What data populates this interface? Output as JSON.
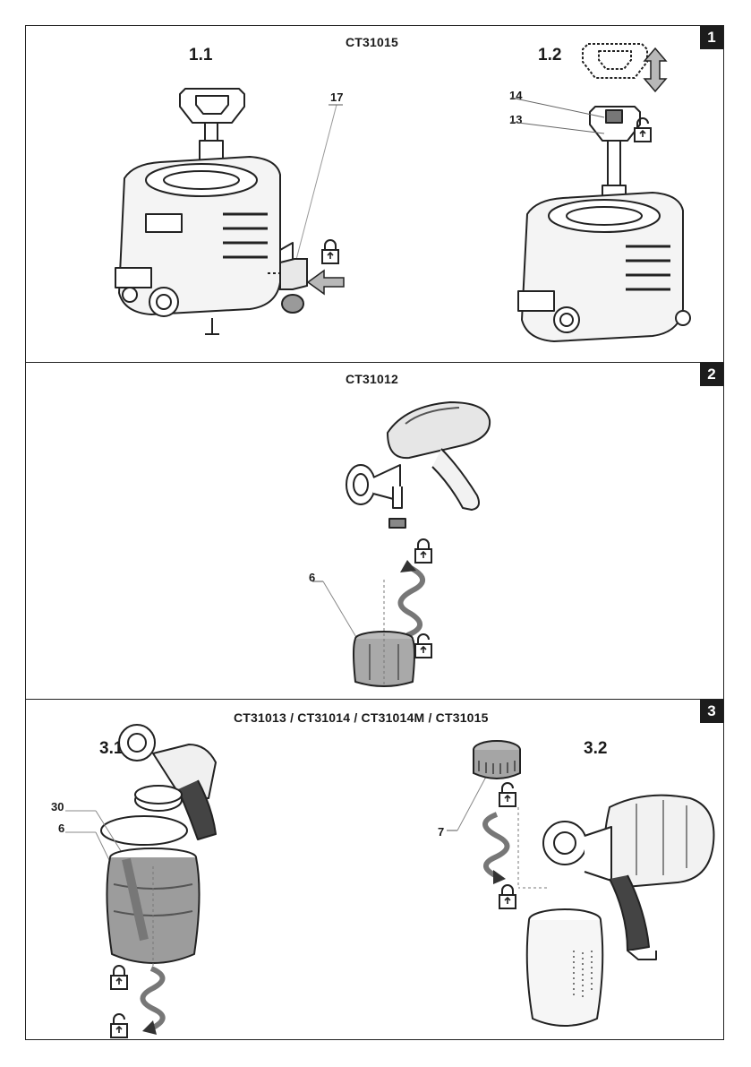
{
  "panels": [
    {
      "number": "1",
      "model": "CT31015",
      "subfigures": [
        "1.1",
        "1.2"
      ],
      "callouts": [
        "17",
        "14",
        "13"
      ],
      "icons": [
        "paint-sprayer-cart-icon",
        "wheel-part-icon",
        "push-arrow-icon",
        "lock-icon",
        "handle-extend-arrow-icon"
      ]
    },
    {
      "number": "2",
      "model": "CT31012",
      "callouts": [
        "6"
      ],
      "icons": [
        "spray-gun-icon",
        "container-icon",
        "spiral-arrow-icon",
        "lock-icon"
      ]
    },
    {
      "number": "3",
      "model": "CT31013 / CT31014 / CT31014M / CT31015",
      "subfigures": [
        "3.1",
        "3.2"
      ],
      "callouts": [
        "30",
        "6",
        "7"
      ],
      "icons": [
        "spray-gun-icon",
        "container-icon",
        "lid-icon",
        "spiral-arrow-icon",
        "lock-icon"
      ]
    }
  ]
}
